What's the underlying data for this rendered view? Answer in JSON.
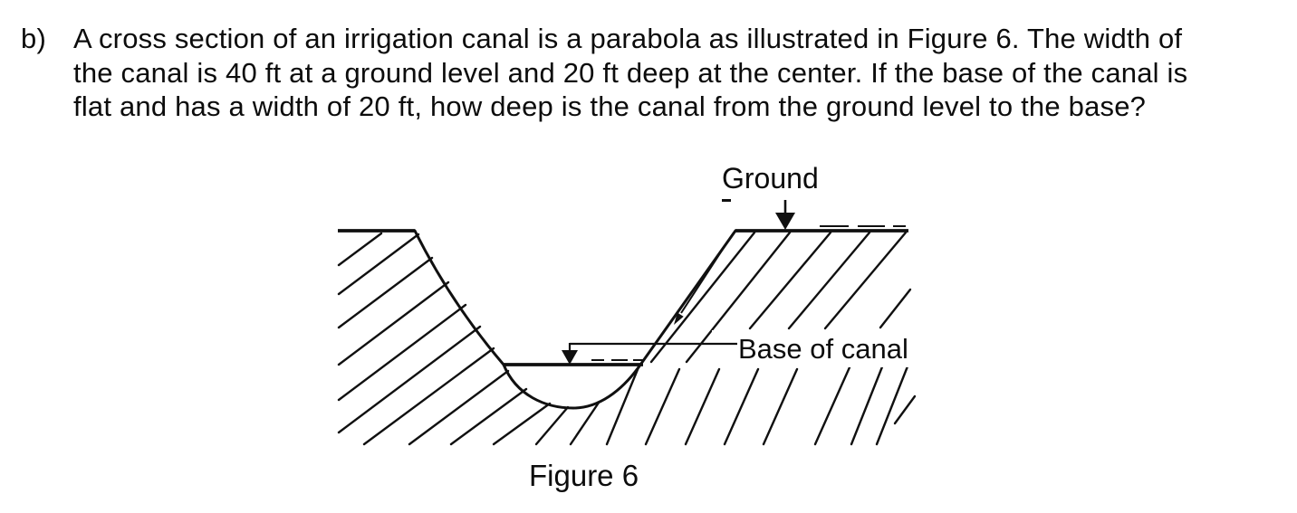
{
  "colors": {
    "background": "#ffffff",
    "ink": "#101010"
  },
  "problem": {
    "marker": "b)",
    "lines": [
      "A cross section of an irrigation canal is a parabola as illustrated in Figure 6. The width of",
      "the canal is 40 ft at a ground level and 20 ft deep at the center. If the base of the canal is",
      "flat and has a width of 20 ft, how deep is the canal from the ground level to the base?"
    ]
  },
  "figure": {
    "caption": "Figure 6",
    "ground_label": "Ground",
    "base_label": "Base of canal"
  }
}
